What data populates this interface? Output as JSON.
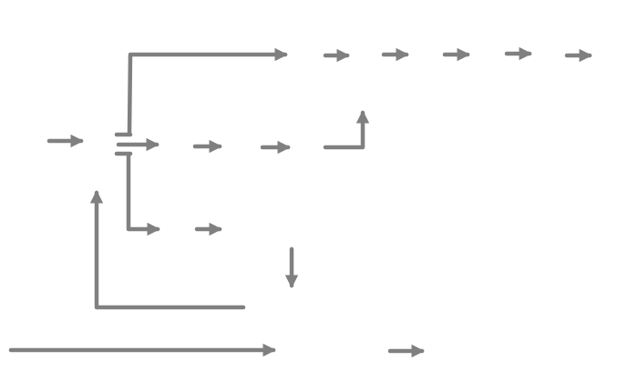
{
  "diagram": {
    "stroke_color": "#808080",
    "background": "#ffffff",
    "connectors": [
      "main-input-arrow",
      "top-branch-line",
      "top-chain-arrow-1",
      "top-chain-arrow-2",
      "top-chain-arrow-3",
      "top-chain-arrow-4",
      "top-chain-arrow-5",
      "middle-chain-arrow-1",
      "middle-chain-arrow-2",
      "middle-chain-arrow-3",
      "middle-up-return-arrow",
      "lower-branch-line",
      "lower-chain-arrow-1",
      "down-arrow",
      "feedback-loop-arrow",
      "bottom-long-arrow",
      "bottom-right-arrow"
    ]
  }
}
